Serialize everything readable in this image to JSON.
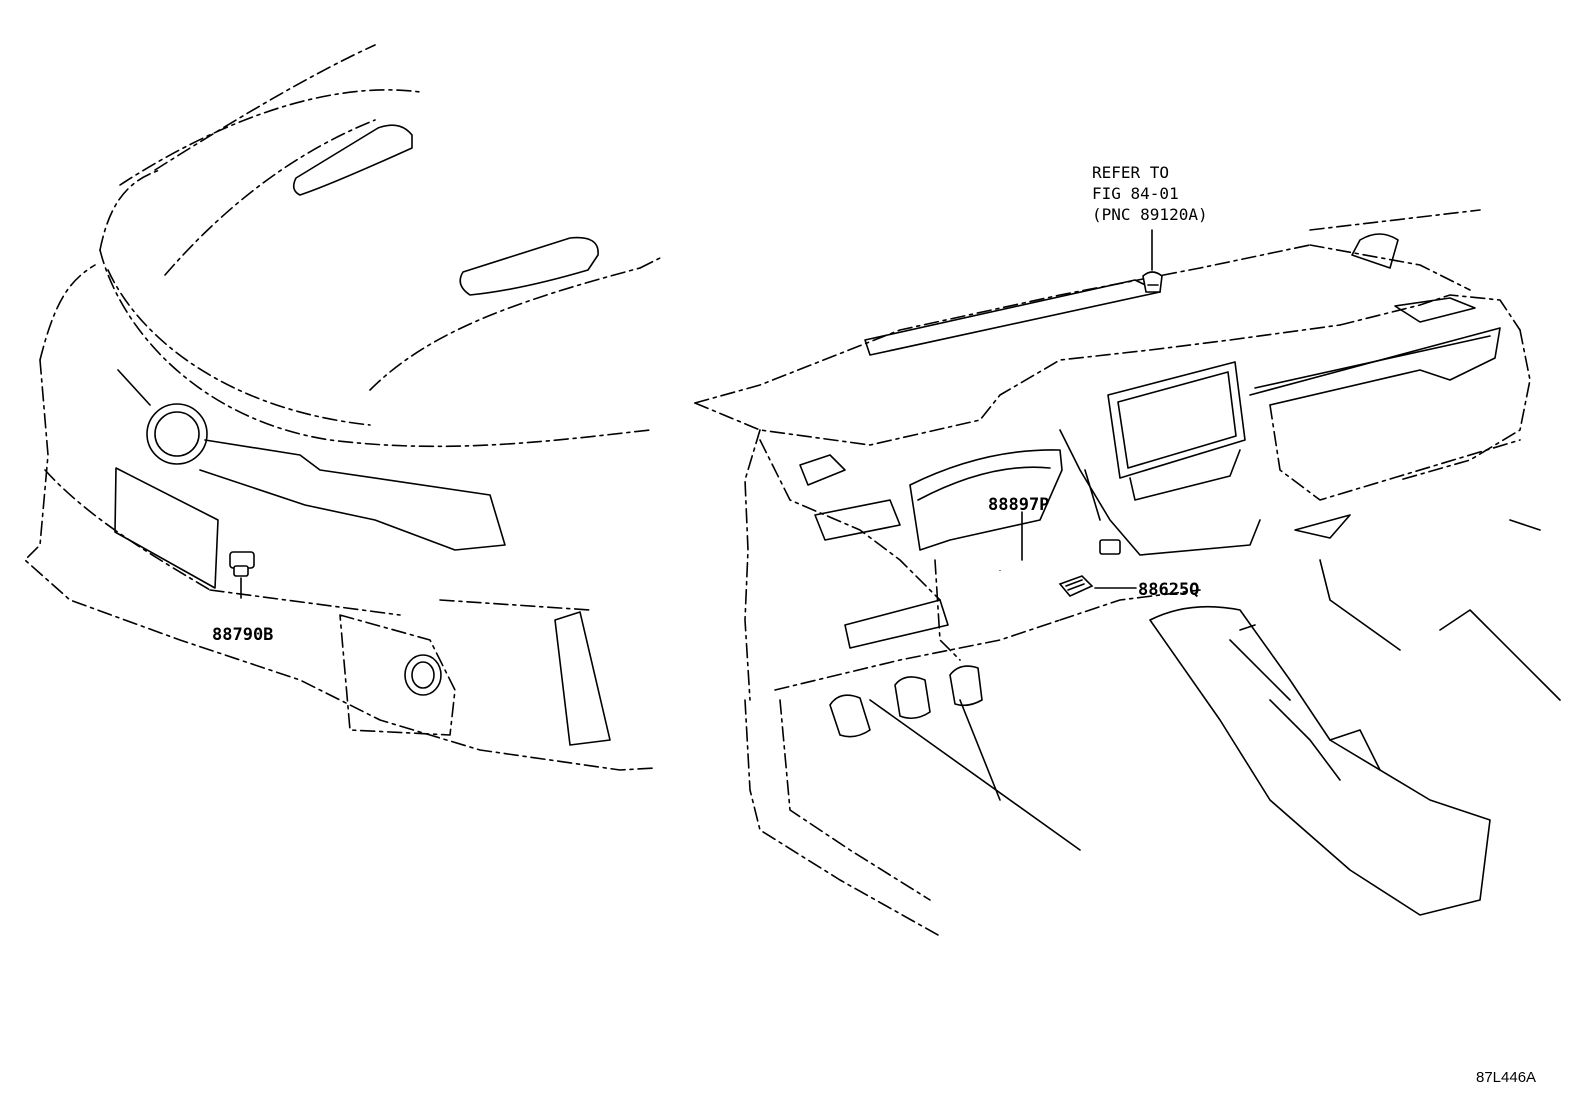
{
  "labels": {
    "bumper_part": "88790B",
    "dash_part_1": "88897P",
    "dash_part_2": "88625Q"
  },
  "reference": {
    "line1": "REFER TO",
    "line2": "FIG 84-01",
    "line3": "(PNC 89120A)"
  },
  "figure_id": "87L446A"
}
